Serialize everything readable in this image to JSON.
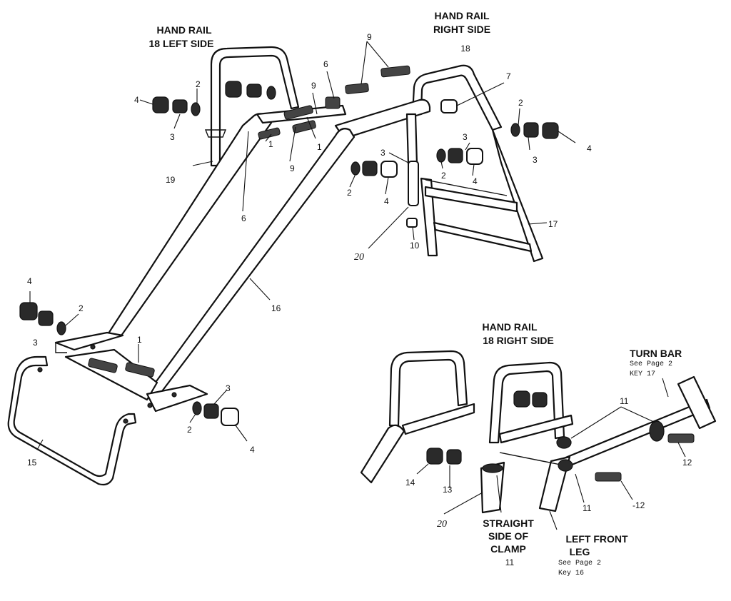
{
  "captions": {
    "hand_rail_left": {
      "line1": "HAND RAIL",
      "line2": "18  LEFT SIDE"
    },
    "hand_rail_right_top": {
      "line1": "HAND RAIL",
      "line2": "RIGHT SIDE",
      "line3": "18"
    },
    "hand_rail_right_inset": {
      "line1": "HAND RAIL",
      "line2": "18 RIGHT SIDE"
    },
    "turn_bar": {
      "line1": "TURN BAR",
      "line2": "See Page 2",
      "line3": "KEY 17"
    },
    "straight_side": {
      "line1": "STRAIGHT",
      "line2": "SIDE OF",
      "line3": "CLAMP",
      "line4": "11"
    },
    "left_front_leg": {
      "line1": "LEFT FRONT",
      "line2": "LEG",
      "line3": "See Page 2",
      "line4": "Key 16"
    }
  },
  "callouts": {
    "n1a": "1",
    "n1b": "1",
    "n1c": "1",
    "n2a": "2",
    "n2b": "2",
    "n2c": "2",
    "n2d": "2",
    "n2e": "2",
    "n2f": "2",
    "n3a": "3",
    "n3b": "3",
    "n3c": "3",
    "n3d": "3",
    "n3e": "3",
    "n3f": "3",
    "n4a": "4",
    "n4b": "4",
    "n4c": "4",
    "n4d": "4",
    "n4e": "4",
    "n4f": "4",
    "n6a": "6",
    "n6b": "6",
    "n7": "7",
    "n9a": "9",
    "n9b": "9",
    "n9c": "9",
    "n10": "10",
    "n11a": "11",
    "n11b": "11",
    "n12a": "12",
    "n12b": "-12",
    "n13": "13",
    "n14": "14",
    "n15": "15",
    "n16": "16",
    "n17": "17",
    "n19": "19",
    "n20a": "20",
    "n20b": "20"
  }
}
